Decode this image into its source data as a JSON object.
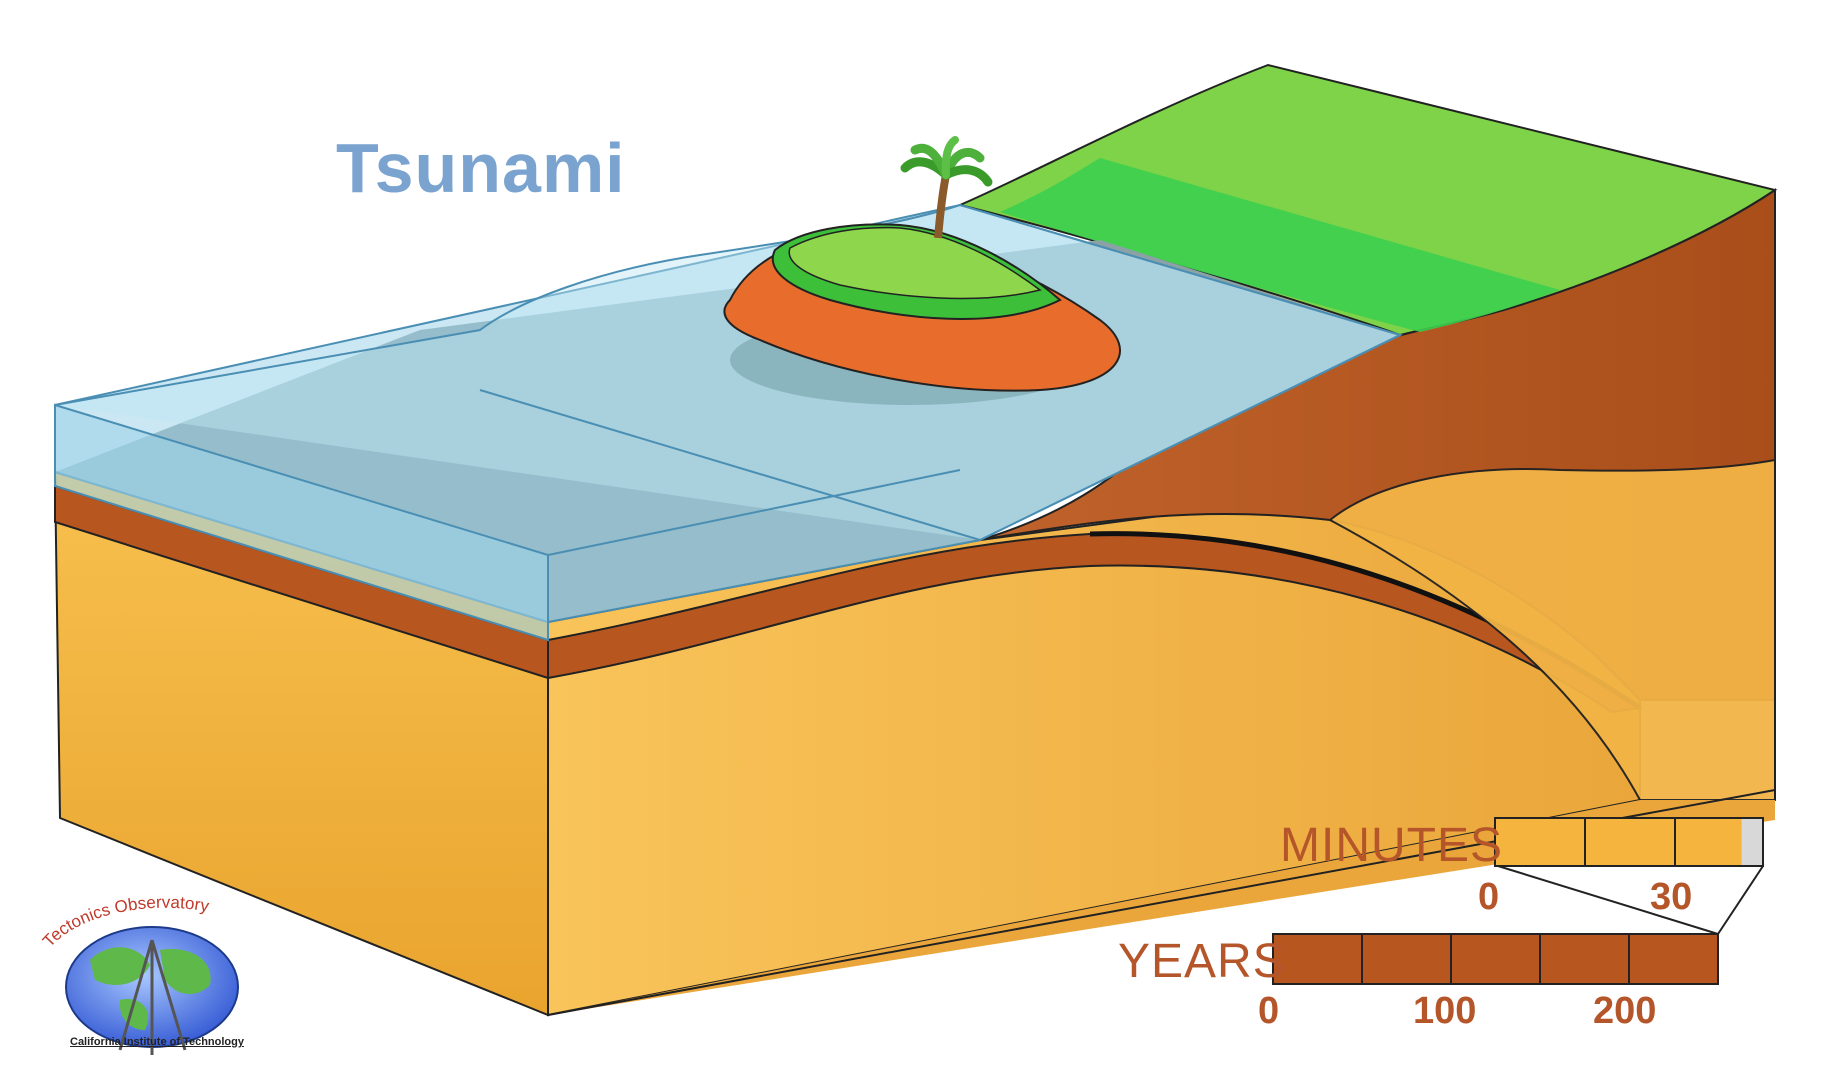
{
  "title": "Tsunami",
  "timescale": {
    "minutes_label": "MINUTES",
    "minutes_ticks": [
      "0",
      "30"
    ],
    "minutes_progress_fraction": 0.92,
    "years_label": "YEARS",
    "years_ticks": [
      "0",
      "100",
      "200"
    ]
  },
  "logo": {
    "top_text": "Tectonics Observatory",
    "bottom_text": "California Institute of Technology"
  },
  "colors": {
    "ocean": "#9fd4ea",
    "land_green": "#7ed348",
    "crust_brown": "#b8561f",
    "mantle_orange": "#f4b43e",
    "text_brown": "#b5562a",
    "title_blue": "#7aa3cf"
  }
}
